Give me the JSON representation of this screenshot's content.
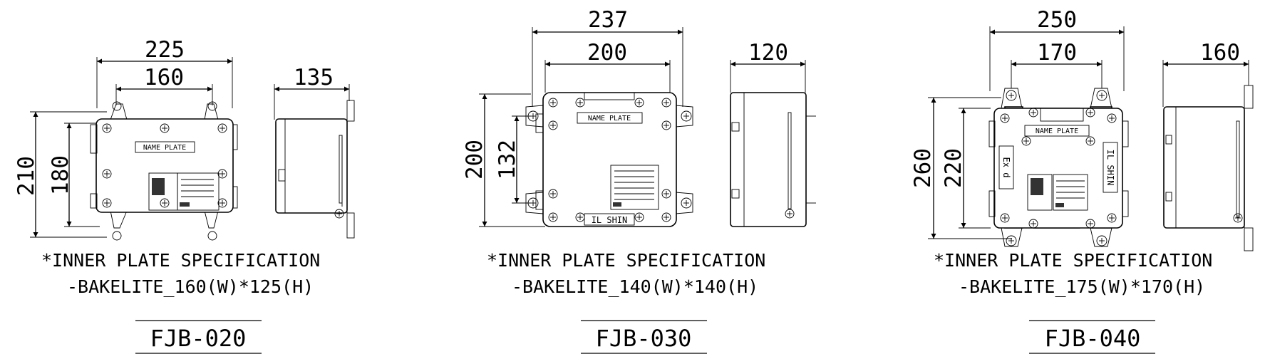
{
  "drawings": [
    {
      "model": "FJB-020",
      "dims": {
        "width_outer": "225",
        "width_inner": "160",
        "depth": "135",
        "height_outer": "210",
        "height_inner": "180"
      },
      "spec_line1": "*INNER PLATE SPECIFICATION",
      "spec_line2": "-BAKELITE_160(W)*125(H)",
      "name_plate": "NAME PLATE"
    },
    {
      "model": "FJB-030",
      "dims": {
        "width_outer": "237",
        "width_inner": "200",
        "depth": "120",
        "height_outer": "200",
        "height_inner": "132"
      },
      "spec_line1": "*INNER PLATE SPECIFICATION",
      "spec_line2": "-BAKELITE_140(W)*140(H)",
      "name_plate": "NAME PLATE",
      "brand_plate": "IL SHIN"
    },
    {
      "model": "FJB-040",
      "dims": {
        "width_outer": "250",
        "width_inner": "170",
        "depth": "160",
        "height_outer": "260",
        "height_inner": "220"
      },
      "spec_line1": "*INNER PLATE SPECIFICATION",
      "spec_line2": "-BAKELITE_175(W)*170(H)",
      "name_plate": "NAME PLATE",
      "side_left": "Ex d",
      "side_right": "IL SHIN"
    }
  ]
}
